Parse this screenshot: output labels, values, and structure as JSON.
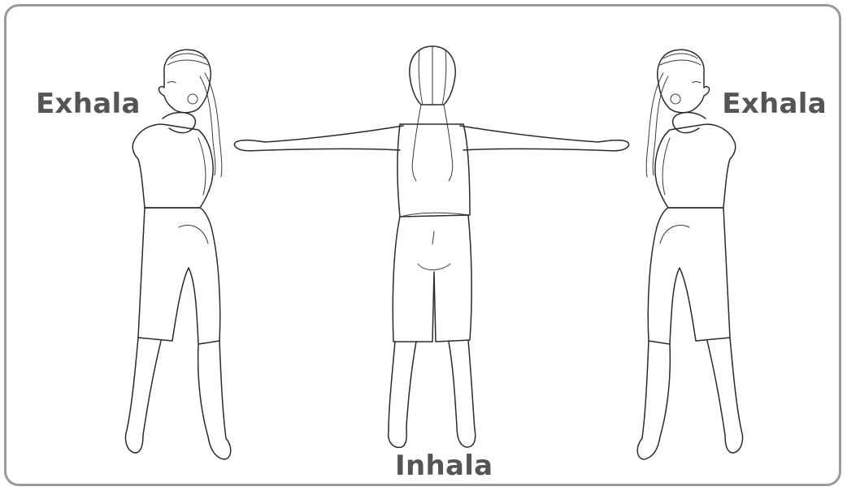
{
  "labels": {
    "left": "Exhala",
    "right": "Exhala",
    "bottom": "Inhala"
  },
  "colors": {
    "label_text": "#555555",
    "frame_border": "#9a9a9a",
    "line_art": "#2a2a2a",
    "background": "#ffffff"
  },
  "illustrations": [
    "woman-hands-on-shoulders-left-icon",
    "woman-arms-extended-back-icon",
    "woman-hands-on-shoulders-right-icon"
  ]
}
